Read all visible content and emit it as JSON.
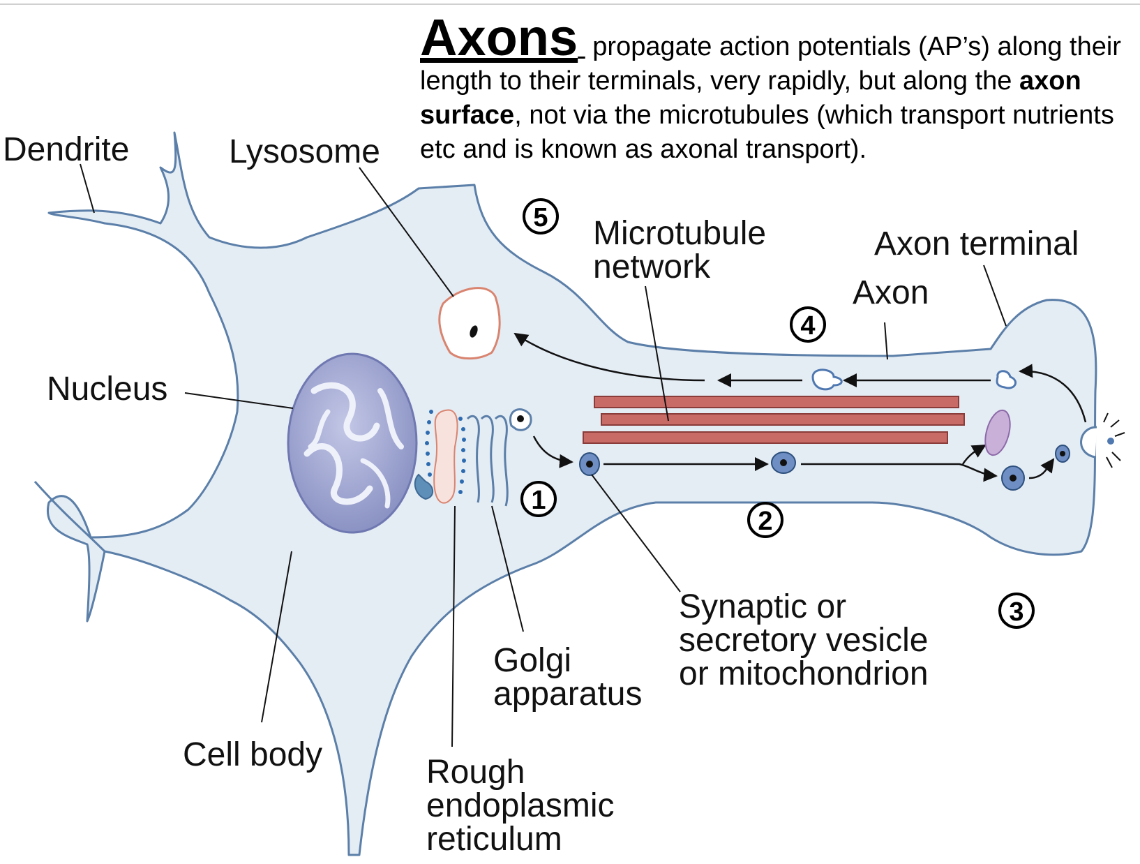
{
  "caption": {
    "heading": "Axons",
    "line1": "propagate action potentials (AP’s) along their length to their terminals, very rapidly, but along the",
    "bold": "axon surface",
    "rest": ", not via the microtubules (which transport nutrients etc and is known as axonal transport)."
  },
  "labels": {
    "dendrite": "Dendrite",
    "lysosome": "Lysosome",
    "nucleus": "Nucleus",
    "cell_body": "Cell body",
    "golgi_1": "Golgi",
    "golgi_2": "apparatus",
    "rer_1": "Rough",
    "rer_2": "endoplasmic",
    "rer_3": "reticulum",
    "microtubule_1": "Microtubule",
    "microtubule_2": "network",
    "axon": "Axon",
    "axon_terminal": "Axon terminal",
    "vesicle_1": "Synaptic or",
    "vesicle_2": "secretory vesicle",
    "vesicle_3": "or mitochondrion"
  },
  "steps": [
    "1",
    "2",
    "3",
    "4",
    "5"
  ],
  "colors": {
    "cytoplasm": "#e4ecf4",
    "outline": "#5b7fa8",
    "microtubule": "#c86a66",
    "nucleus": "#9aa2cf",
    "lysosome_border": "#d9846f",
    "vesicle": "#4f78b0",
    "mitochondrion": "#c9b0d8"
  }
}
